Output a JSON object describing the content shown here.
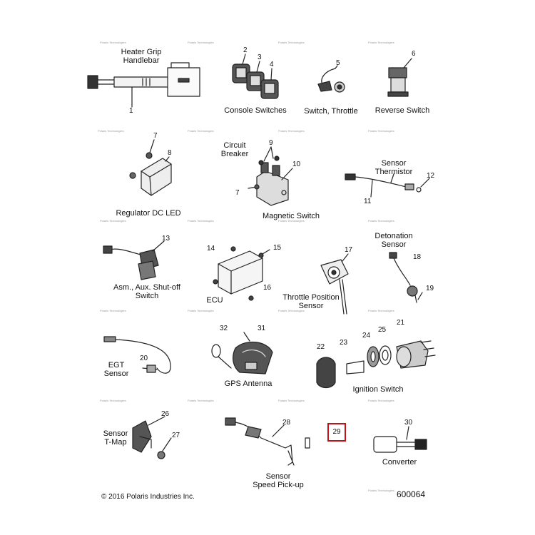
{
  "labels": {
    "heater_grip": [
      "Heater Grip",
      "Handlebar"
    ],
    "console_switches": "Console Switches",
    "switch_throttle": "Switch, Throttle",
    "reverse_switch": "Reverse Switch",
    "circuit_breaker": [
      "Circuit",
      "Breaker"
    ],
    "sensor_thermistor": [
      "Sensor",
      "Thermistor"
    ],
    "regulator": "Regulator DC LED",
    "magnetic_switch": "Magnetic Switch",
    "detonation_sensor": [
      "Detonation",
      "Sensor"
    ],
    "aux_shutoff": [
      "Asm., Aux. Shut-off",
      "Switch"
    ],
    "ecu": "ECU",
    "throttle_position": [
      "Throttle Position",
      "Sensor"
    ],
    "egt_sensor": [
      "EGT",
      "Sensor"
    ],
    "gps_antenna": "GPS Antenna",
    "ignition_switch": "Ignition Switch",
    "sensor_tmap": [
      "Sensor",
      "T-Map"
    ],
    "speed_pickup": [
      "Sensor",
      "Speed Pick-up"
    ],
    "converter": "Converter"
  },
  "callouts": [
    "1",
    "2",
    "3",
    "4",
    "5",
    "6",
    "7",
    "8",
    "9",
    "10",
    "11",
    "12",
    "7",
    "13",
    "14",
    "15",
    "16",
    "17",
    "18",
    "19",
    "20",
    "21",
    "22",
    "23",
    "24",
    "25",
    "26",
    "27",
    "28",
    "29",
    "30",
    "31",
    "32"
  ],
  "highlighted_callout": "29",
  "highlight_color": "#c0141a",
  "watermark": "Polaris Technologies",
  "footer": {
    "copyright": "© 2016 Polaris Industries Inc.",
    "part_number": "600064"
  }
}
